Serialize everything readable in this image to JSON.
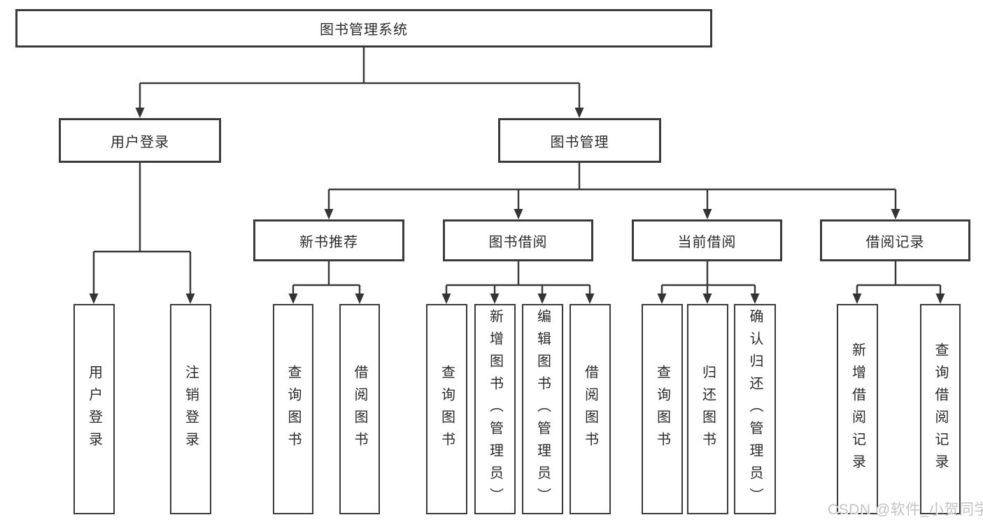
{
  "diagram_title": "图书管理系统",
  "colors": {
    "line": "#3a3a3a",
    "box_border": "#3a3a3a",
    "box_fill": "#ffffff",
    "text": "#2b2b2b",
    "watermark": "#c3c3c3",
    "background": "#ffffff"
  },
  "tree": {
    "root": {
      "label": "图书管理系统"
    },
    "branches": [
      {
        "label": "用户登录",
        "children": [
          {
            "label": "用户登录"
          },
          {
            "label": "注销登录"
          }
        ]
      },
      {
        "label": "图书管理",
        "children": [
          {
            "label": "新书推荐",
            "children": [
              {
                "label": "查询图书"
              },
              {
                "label": "借阅图书"
              }
            ]
          },
          {
            "label": "图书借阅",
            "children": [
              {
                "label": "查询图书"
              },
              {
                "label": "新增图书（管理员）"
              },
              {
                "label": "编辑图书（管理员）"
              },
              {
                "label": "借阅图书"
              }
            ]
          },
          {
            "label": "当前借阅",
            "children": [
              {
                "label": "查询图书"
              },
              {
                "label": "归还图书"
              },
              {
                "label": "确认归还（管理员）"
              }
            ]
          },
          {
            "label": "借阅记录",
            "children": [
              {
                "label": "新增借阅记录"
              },
              {
                "label": "查询借阅记录"
              }
            ]
          }
        ]
      }
    ]
  },
  "watermark": {
    "text": "CSDN @软件_小贺同学"
  }
}
